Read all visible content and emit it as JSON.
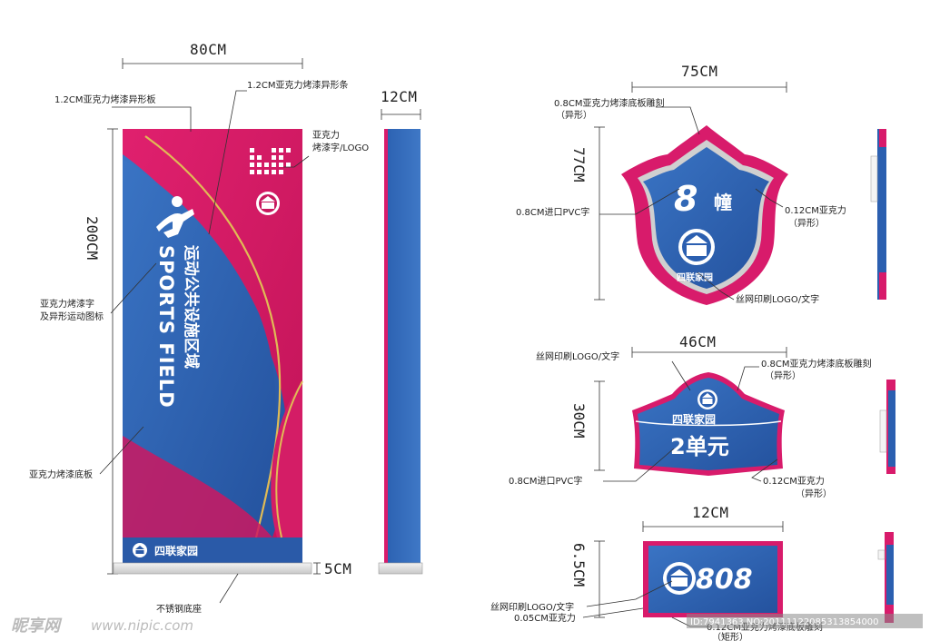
{
  "dims": {
    "main_width": "80CM",
    "main_height": "200CM",
    "side_depth": "12CM",
    "base_height": "5CM",
    "sign1_width": "75CM",
    "sign1_height": "77CM",
    "sign2_width": "46CM",
    "sign2_height": "30CM",
    "sign3_width": "12CM",
    "sign3_height": "6.5CM"
  },
  "labels": {
    "main_panel": "1.2CM亚克力烤漆异形板",
    "strip": "1.2CM亚克力烤漆异形条",
    "logo_text_line1": "亚克力",
    "logo_text_line2": "烤漆字/LOGO",
    "icon_line1": "亚克力烤漆字",
    "icon_line2": "及异形运动图标",
    "base_board": "亚克力烤漆底板",
    "stainless_base": "不锈钢底座",
    "s1_top_line1": "0.8CM亚克力烤漆底板雕刻",
    "s1_top_line2": "（异形）",
    "s1_pvc": "0.8CM进口PVC字",
    "s1_acrylic_line1": "0.12CM亚克力",
    "s1_acrylic_line2": "（异形）",
    "s1_print": "丝网印刷LOGO/文字",
    "s2_print": "丝网印刷LOGO/文字",
    "s2_top_line1": "0.8CM亚克力烤漆底板雕刻",
    "s2_top_line2": "（异形）",
    "s2_pvc": "0.8CM进口PVC字",
    "s2_acrylic_line1": "0.12CM亚克力",
    "s2_acrylic_line2": "（异形）",
    "s3_print": "丝网印刷LOGO/文字",
    "s3_acrylic": "0.05CM亚克力",
    "s3_bottom_line1": "0.12CM亚克力烤漆底板雕刻",
    "s3_bottom_line2": "（矩形）"
  },
  "sign_main": {
    "title_cn": "运动公共设施区域",
    "title_en": "SPORTS FIELD",
    "brand": "四联家园"
  },
  "sign1": {
    "number": "8",
    "unit": "幢",
    "brand": "四联家园"
  },
  "sign2": {
    "brand": "四联家园",
    "unit": "2单元"
  },
  "sign3": {
    "number": "808"
  },
  "watermark": {
    "logo": "昵享网",
    "url": "www.nipic.com",
    "id": "ID:7941363 NO:20111122085313854000"
  },
  "colors": {
    "blue": "#2b5fb0",
    "magenta": "#d81b6b",
    "gold": "#d9b24a"
  }
}
